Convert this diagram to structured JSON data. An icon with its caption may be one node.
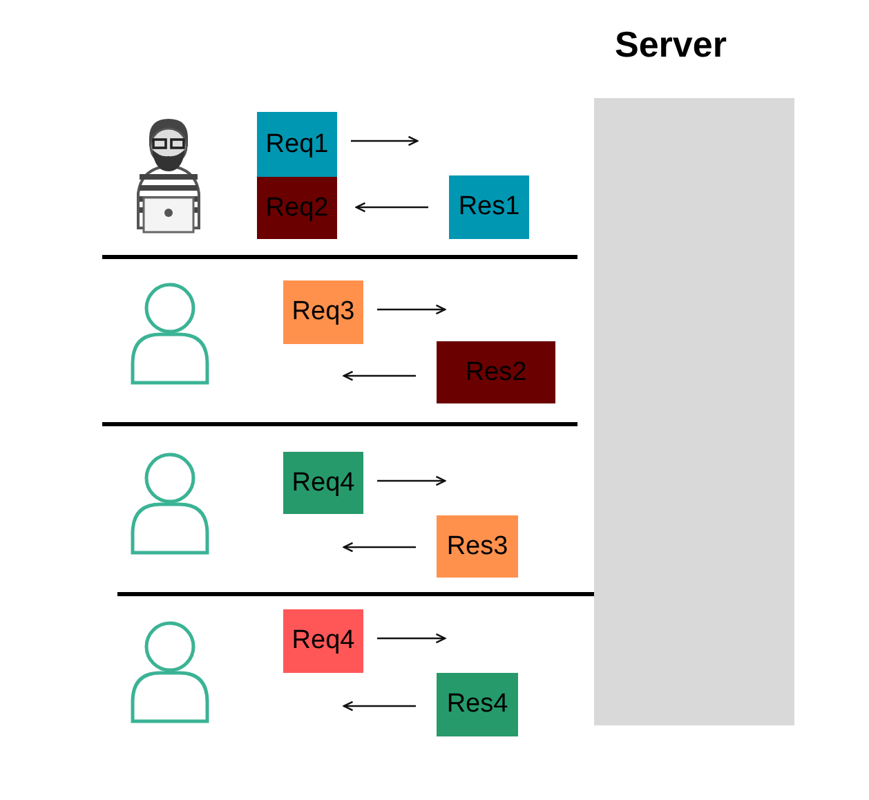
{
  "diagram": {
    "nodes": [
      {
        "text": [
          "Server"
        ]
      },
      {
        "text": [
          "Req1"
        ]
      },
      {
        "text": [
          "Req2"
        ]
      },
      {
        "text": [
          "Res1"
        ]
      },
      {
        "text": [
          "Req3"
        ]
      },
      {
        "text": [
          "Res2"
        ]
      },
      {
        "text": [
          "Req4"
        ]
      },
      {
        "text": [
          "Res3"
        ]
      },
      {
        "text": [
          "Req4"
        ]
      },
      {
        "text": [
          "Res4"
        ]
      }
    ],
    "edges": [
      {
        "from": 1,
        "to": null,
        "arrow": "to"
      },
      {
        "from": 3,
        "to": 2,
        "arrow": "to"
      },
      {
        "from": 4,
        "to": 5,
        "arrow": "to"
      },
      {
        "from": 5,
        "to": 4,
        "arrow": "to"
      },
      {
        "from": 6,
        "to": 7,
        "arrow": "to"
      },
      {
        "from": 7,
        "to": 6,
        "arrow": "to"
      },
      {
        "from": 8,
        "to": 9,
        "arrow": "to"
      },
      {
        "from": 9,
        "to": 8,
        "arrow": "to"
      }
    ]
  }
}
